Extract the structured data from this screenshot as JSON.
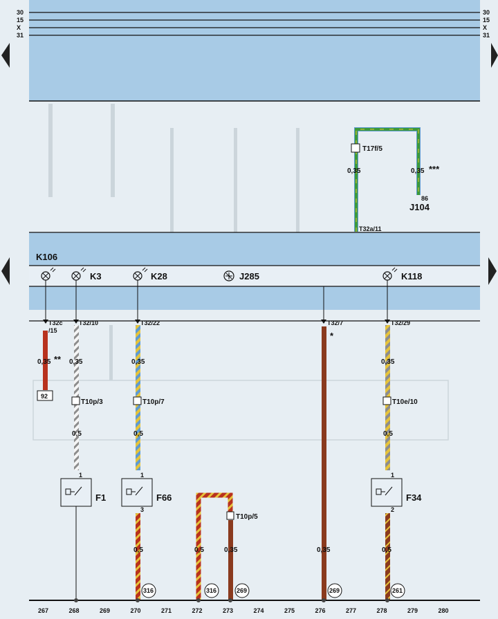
{
  "diagram": {
    "colors": {
      "band": "#a8cbe6",
      "brown": "#8a3a1e",
      "red": "#b8321e",
      "yellow": "#e6c33a",
      "blue": "#5f9bd1",
      "green": "#3d9a3a",
      "grey": "#8d8d8d",
      "white": "#f5f5f5"
    },
    "rails": {
      "left": [
        "30",
        "15",
        "X",
        "31"
      ],
      "right": [
        "30",
        "15",
        "X",
        "31"
      ]
    },
    "top_connector": {
      "name": "T17f/5",
      "wire_left_size": "0,35",
      "wire_right_size": "0,35",
      "right_mark": "***",
      "pin": "86",
      "relay": "J104",
      "lower_pin": "T32a/11"
    },
    "panel": {
      "module": "K106",
      "lamps": [
        "K3",
        "K28",
        "J285",
        "K118"
      ]
    },
    "pins": [
      "T32c",
      "/15",
      "T32/10",
      "T32/22",
      "T32/7",
      "T32/29"
    ],
    "sizes": {
      "c1_a": "0,35",
      "c1_mark": "**",
      "c2_a": "0,35",
      "c2_b": "0,5",
      "c3_a": "0,35",
      "c3_b": "0,5",
      "c3_c": "0,5",
      "c4_a": "0,5",
      "c5_a": "0,35",
      "c6_a": "0,35",
      "c6_mark": "*",
      "c7_a": "0,35",
      "c7_b": "0,5",
      "c7_c": "0,5"
    },
    "box_92": "92",
    "connectors": [
      "T10p/3",
      "T10p/7",
      "T10p/5",
      "T10e/10"
    ],
    "switches": [
      {
        "name": "F1",
        "pin_top": "1"
      },
      {
        "name": "F66",
        "pin_top": "1",
        "pin_bottom": "3"
      },
      {
        "name": "F34",
        "pin_top": "1",
        "pin_bottom": "2"
      }
    ],
    "references": [
      "316",
      "316",
      "269",
      "269",
      "261"
    ],
    "track_numbers": [
      "267",
      "268",
      "269",
      "270",
      "271",
      "272",
      "273",
      "274",
      "275",
      "276",
      "277",
      "278",
      "279",
      "280"
    ]
  }
}
